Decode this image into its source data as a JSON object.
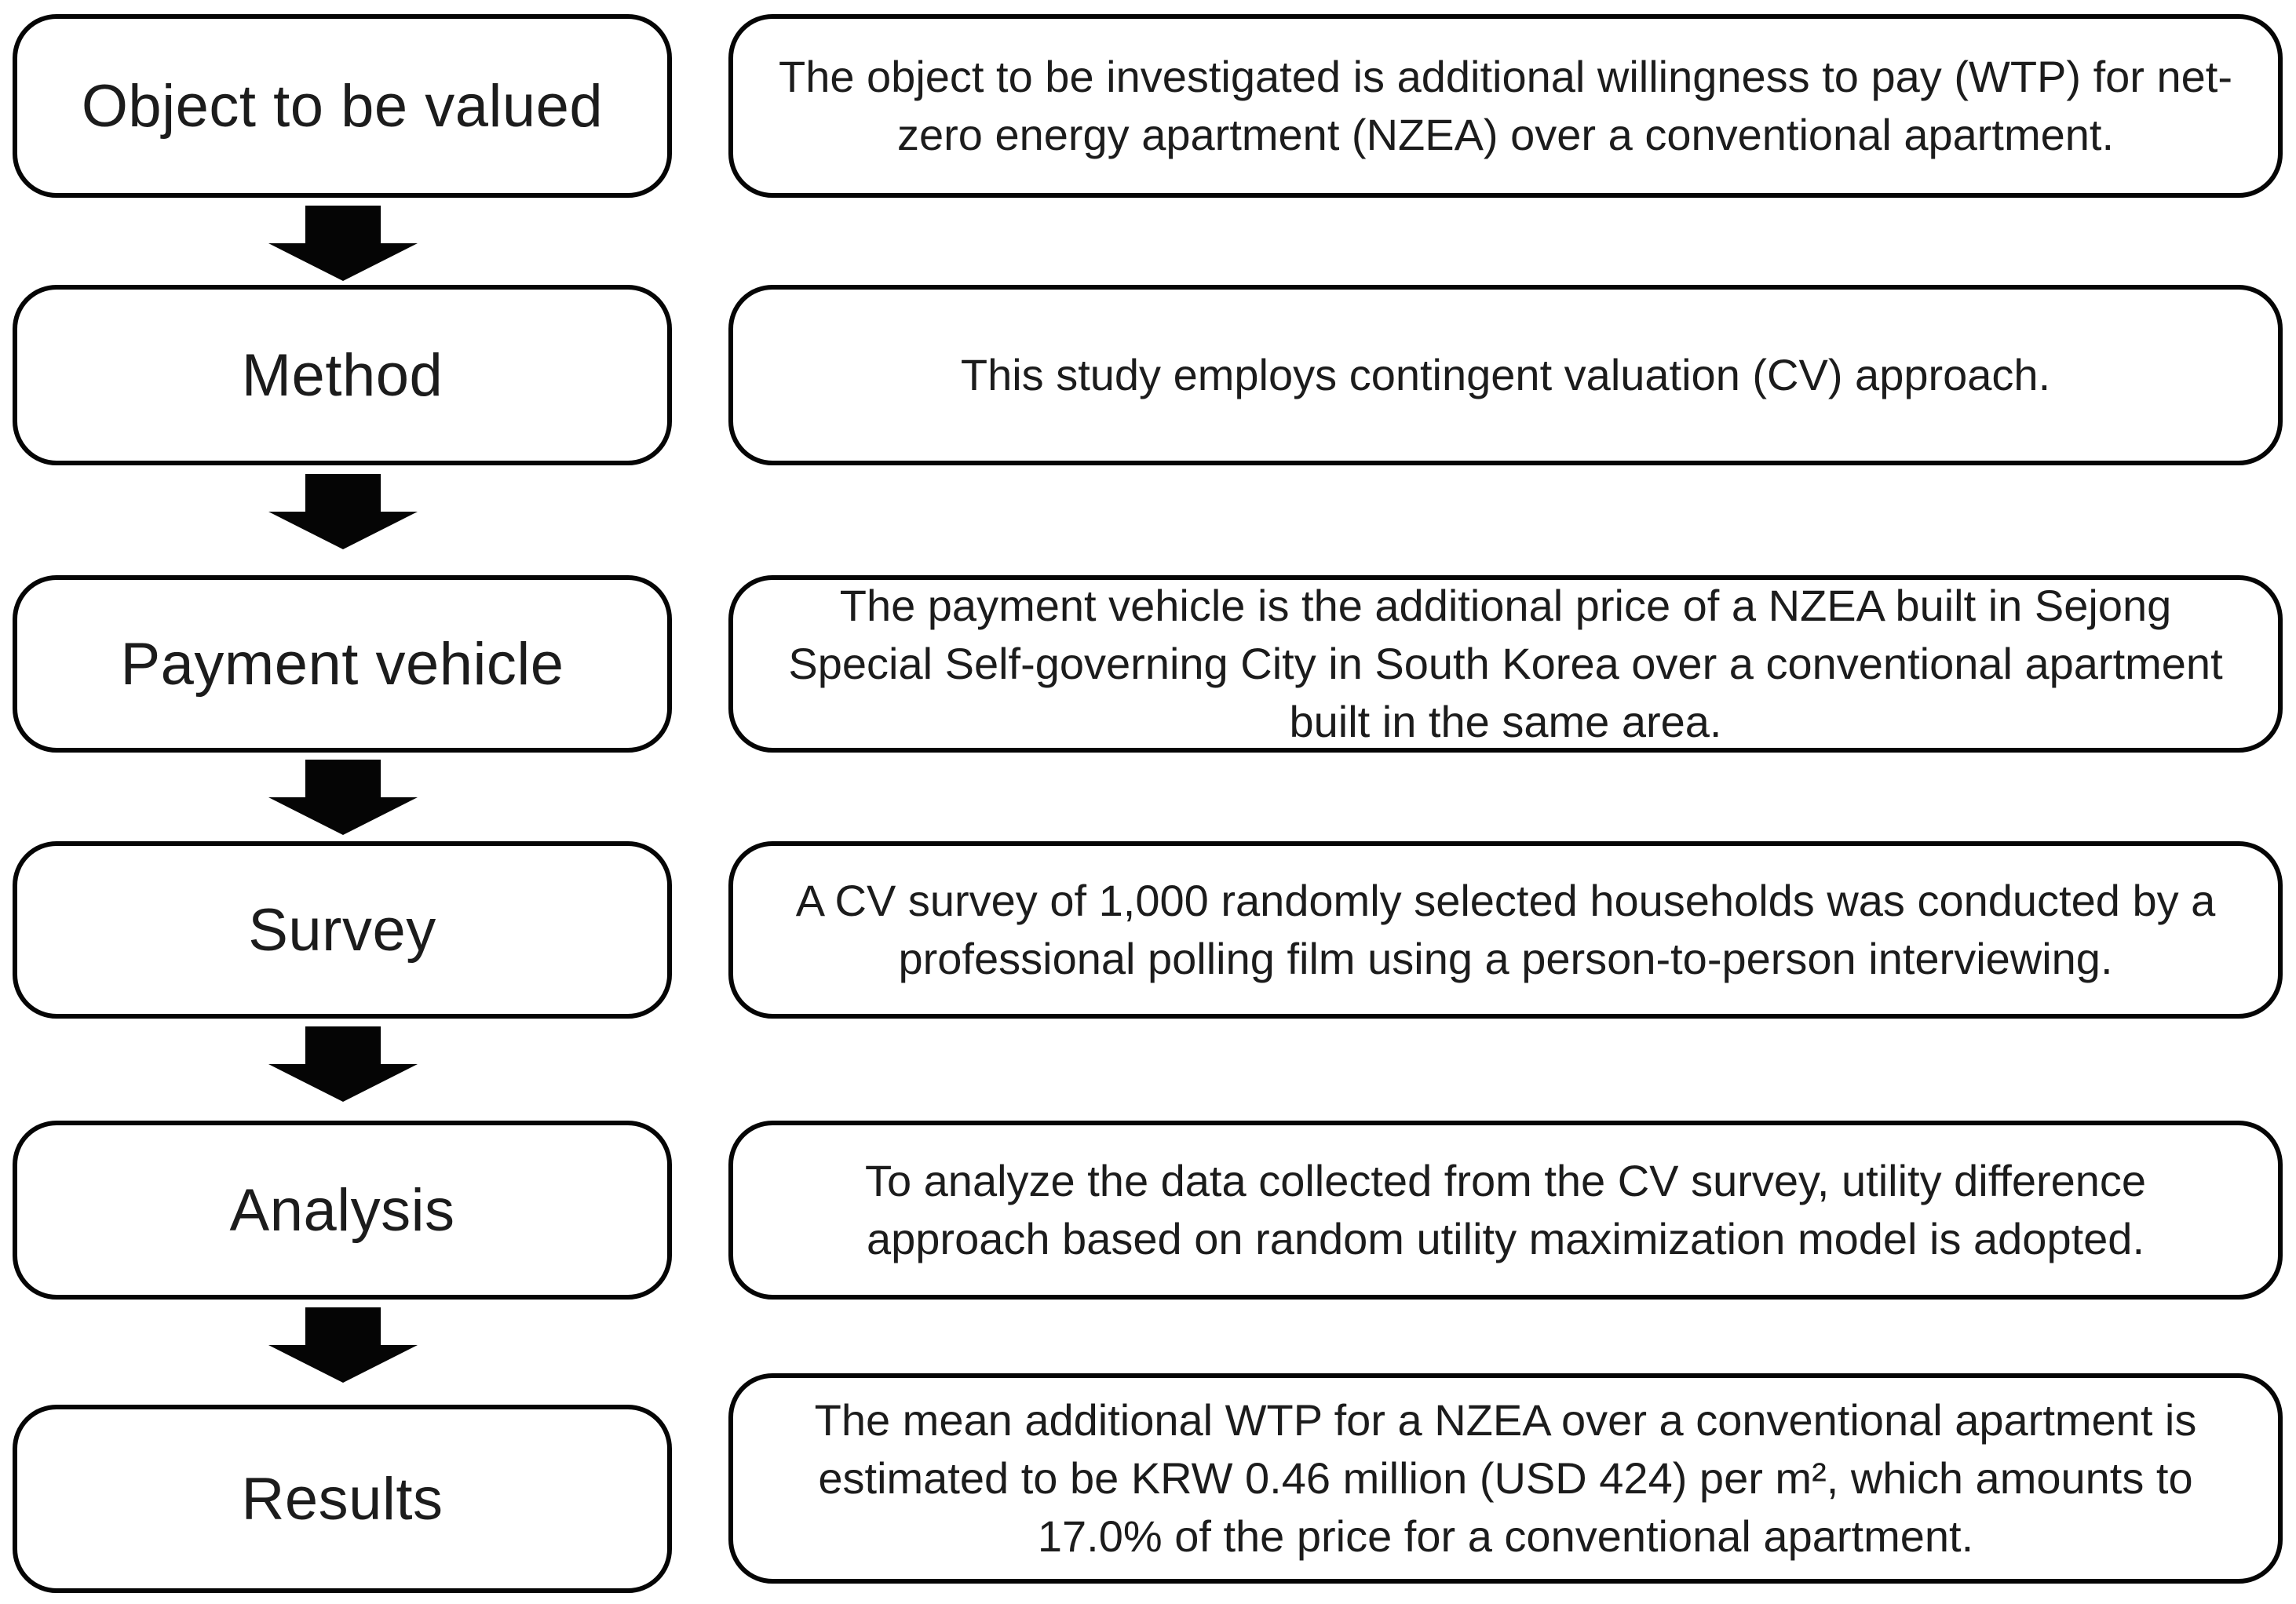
{
  "figure": {
    "type": "flowchart",
    "direction": "top-down",
    "colors": {
      "background": "#ffffff",
      "box_fill": "#ffffff",
      "box_border": "#050505",
      "text": "#1c1c1c",
      "arrow": "#050505"
    },
    "connector": {
      "icon": "down-arrow",
      "count": 5
    },
    "rows": [
      {
        "label": "Object to be valued",
        "description": "The object to be investigated is additional willingness to pay (WTP) for net-zero energy apartment (NZEA) over a conventional apartment."
      },
      {
        "label": "Method",
        "description": "This study employs contingent valuation (CV) approach."
      },
      {
        "label": "Payment vehicle",
        "description": "The payment vehicle is the additional price of a NZEA built in Sejong Special Self-governing City in South Korea over a conventional apartment built in the same area."
      },
      {
        "label": "Survey",
        "description": "A CV survey of 1,000 randomly selected households was conducted by a professional polling film using a person-to-person interviewing."
      },
      {
        "label": "Analysis",
        "description": "To analyze the data collected from the CV survey, utility difference approach based on random utility maximization model is adopted."
      },
      {
        "label": "Results",
        "description": "The mean additional WTP for a NZEA over a conventional apartment is estimated to be KRW 0.46 million (USD 424) per m², which amounts to 17.0% of the price for a conventional apartment."
      }
    ]
  }
}
